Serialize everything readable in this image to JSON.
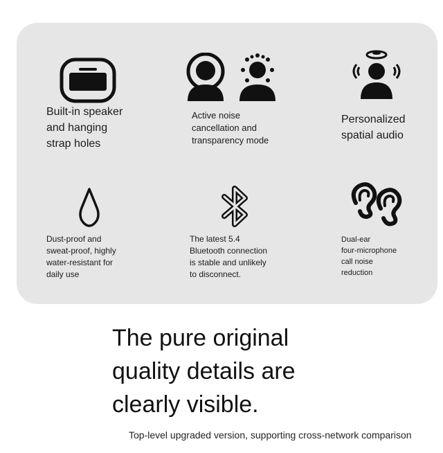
{
  "features": [
    {
      "icon": "case-speaker-icon",
      "caption": "Built-in speaker\n and hanging\nstrap holes"
    },
    {
      "icon": "noise-cancel-transparency-icon",
      "caption": "Active noise\ncancellation and\ntransparency mode"
    },
    {
      "icon": "spatial-audio-icon",
      "caption": "Personalized\nspatial audio"
    },
    {
      "icon": "water-drop-icon",
      "caption": "Dust-proof and\nsweat-proof, highly\nwater-resistant for\ndaily use"
    },
    {
      "icon": "bluetooth-icon",
      "caption": "The latest 5.4\nBluetooth connection\nis stable and unlikely\nto disconnect."
    },
    {
      "icon": "dual-ear-icon",
      "caption": "Dual-ear\nfour-microphone\ncall noise\nreduction"
    }
  ],
  "headline": "The pure original\nquality details are\nclearly visible.",
  "subline": "Top-level upgraded version, supporting cross-network comparison"
}
